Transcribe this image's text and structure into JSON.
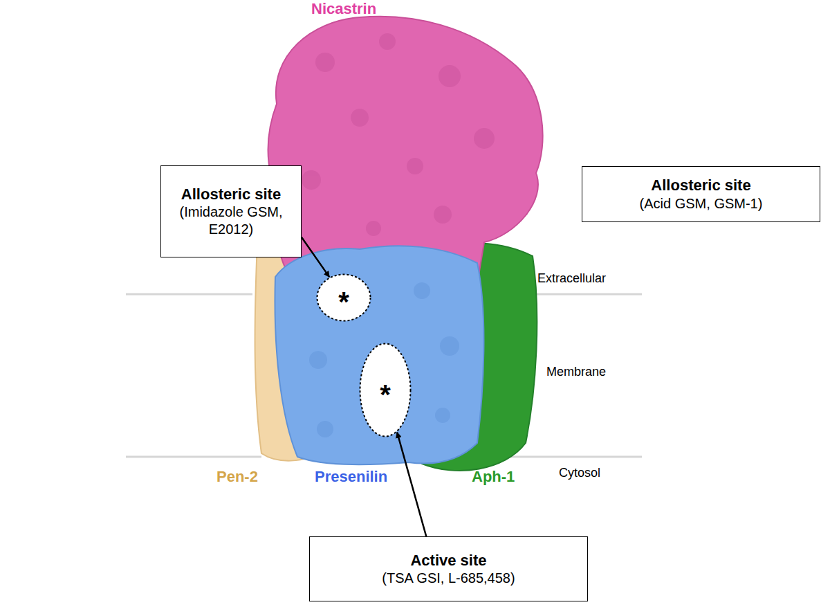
{
  "diagram": {
    "nodes": [
      {
        "text": [
          "Allosteric site",
          "(Imidazole GSM, E2012)"
        ]
      },
      {
        "text": [
          "Allosteric site",
          "(Acid GSM, GSM-1)"
        ]
      },
      {
        "text": [
          "*"
        ]
      },
      {
        "text": [
          "*"
        ]
      },
      {
        "text": [
          "Active site",
          "(TSA GSI, L-685,458)"
        ]
      }
    ],
    "edges": [
      {
        "from": 0,
        "to": 2,
        "arrow": "to"
      },
      {
        "from": 4,
        "to": 3,
        "arrow": "to"
      }
    ],
    "labels": [
      "Nicastrin",
      "Pen-2",
      "Presenilin",
      "Aph-1",
      "Extracellular",
      "Membrane",
      "Cytosol"
    ]
  }
}
